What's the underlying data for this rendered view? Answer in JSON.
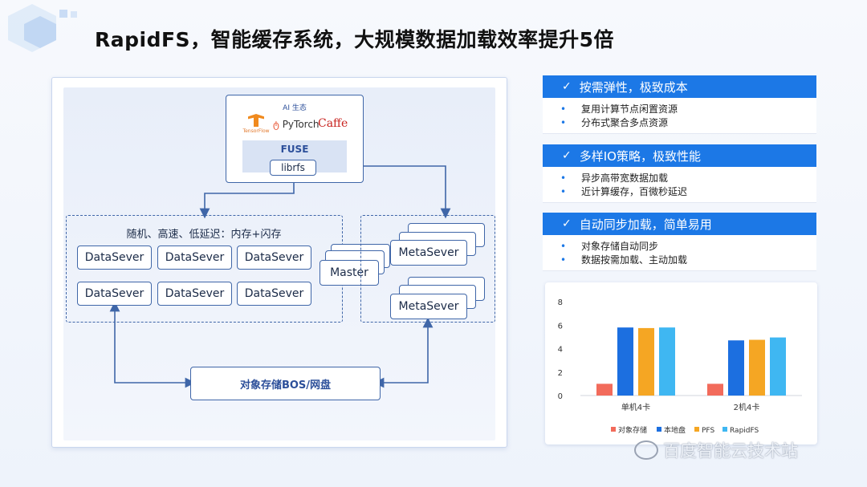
{
  "title": "RapidFS，智能缓存系统，大规模数据加载效率提升5倍",
  "diagram": {
    "ai_label": "AI 生态",
    "logos": {
      "tensorflow": "TensorFlow",
      "pytorch": "PyTorch",
      "caffe": "Caffe"
    },
    "fuse": "FUSE",
    "librfs": "librfs",
    "dataserver_group_title": "随机、高速、低延迟：内存+闪存",
    "dataservers": [
      "DataSever",
      "DataSever",
      "DataSever",
      "DataSever",
      "DataSever",
      "DataSever"
    ],
    "master": "Master",
    "metaservers": [
      "MetaSever",
      "MetaSever"
    ],
    "storage": "对象存储BOS/网盘"
  },
  "features": [
    {
      "header": "按需弹性，极致成本",
      "items": [
        "复用计算节点闲置资源",
        "分布式聚合多点资源"
      ]
    },
    {
      "header": "多样IO策略，极致性能",
      "items": [
        "异步高带宽数据加载",
        "近计算缓存，百微秒延迟"
      ]
    },
    {
      "header": "自动同步加载，简单易用",
      "items": [
        "对象存储自动同步",
        "数据按需加载、主动加载"
      ]
    }
  ],
  "chart_data": {
    "type": "bar",
    "categories": [
      "单机4卡",
      "2机4卡"
    ],
    "series": [
      {
        "name": "对象存储",
        "values": [
          1.0,
          1.0
        ],
        "color": "#f26b5b"
      },
      {
        "name": "本地盘",
        "values": [
          5.8,
          4.7
        ],
        "color": "#1c6fe0"
      },
      {
        "name": "PFS",
        "values": [
          5.75,
          4.75
        ],
        "color": "#f5a623"
      },
      {
        "name": "RapidFS",
        "values": [
          5.8,
          4.95
        ],
        "color": "#3fb7f2"
      }
    ],
    "yticks": [
      0,
      2,
      4,
      6,
      8
    ],
    "ylim": [
      0,
      8
    ],
    "grid": false,
    "legend": "bottom"
  },
  "watermark": "百度智能云技术站",
  "colors": {
    "accent": "#1c78e6",
    "border": "#3f66a8"
  }
}
